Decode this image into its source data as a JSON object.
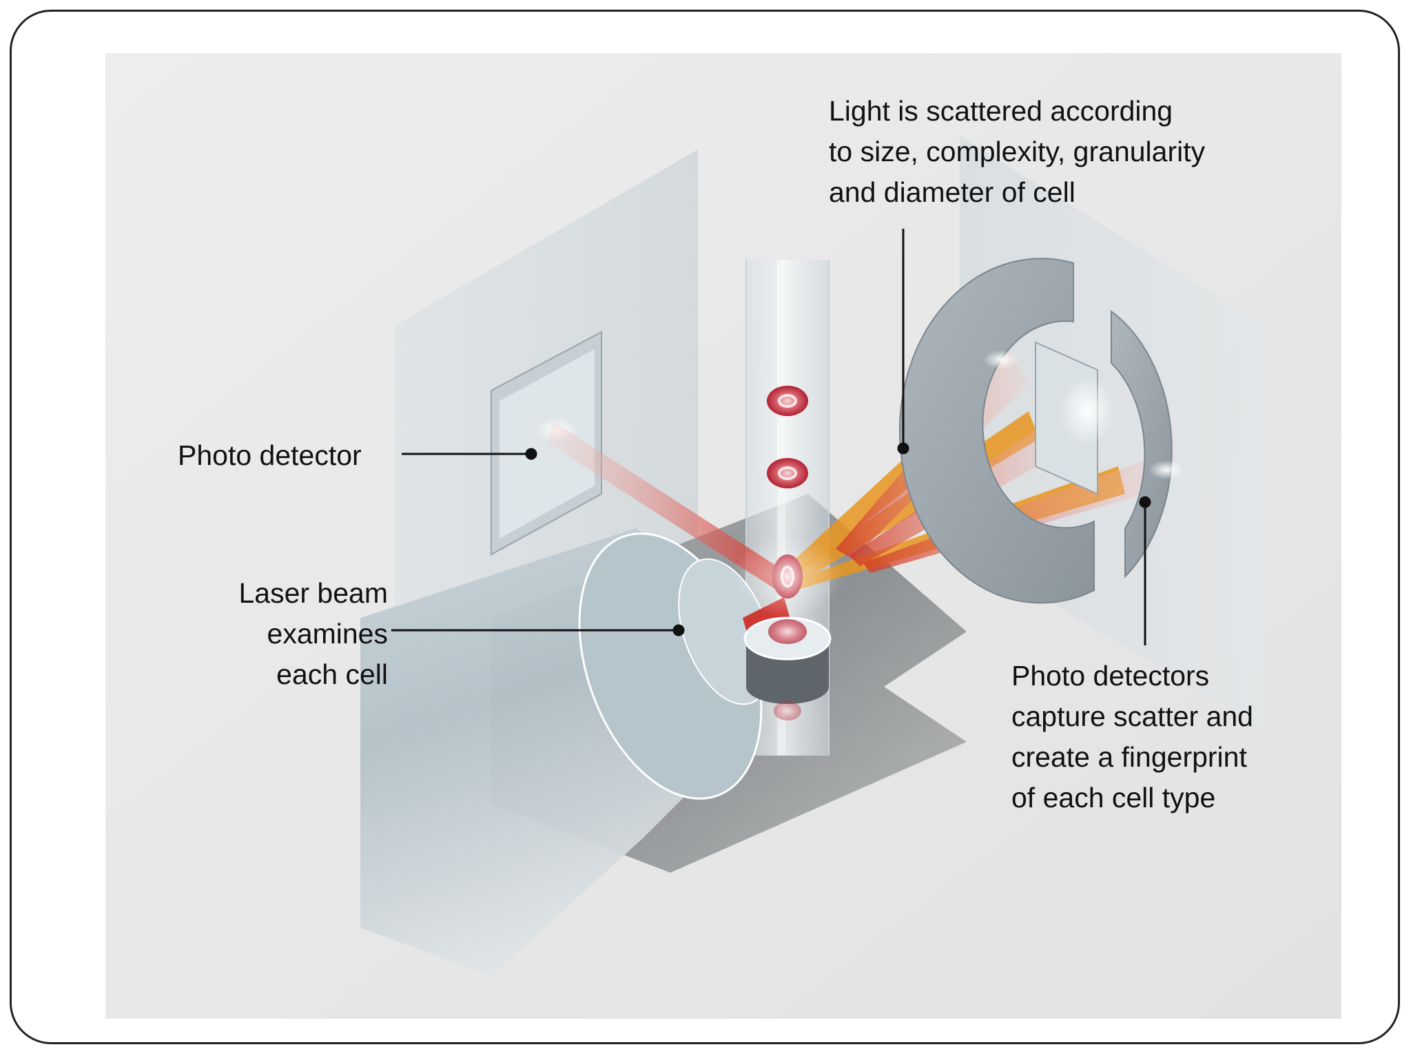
{
  "figure": {
    "labels": {
      "scatter": "Light is scattered according\nto size, complexity, granularity\nand diameter of cell",
      "photo_detector": "Photo detector",
      "laser": "Laser beam\nexamines\neach cell",
      "detectors_capture": "Photo detectors\ncapture scatter and\ncreate a fingerprint\nof  each cell type"
    },
    "colors": {
      "background": "#e8e8e8",
      "beam_red": "#d0302a",
      "beam_orange": "#e8951e",
      "cell_red": "#c2313e",
      "metal": "#9aa3aa",
      "glass": "#bcc9d0"
    }
  }
}
